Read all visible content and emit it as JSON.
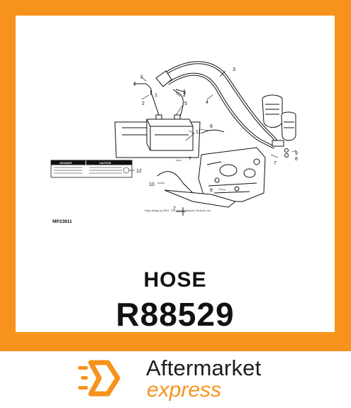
{
  "diagram": {
    "callouts": [
      "1",
      "2",
      "3",
      "4",
      "5",
      "6",
      "7",
      "8",
      "9",
      "10",
      "11",
      "12"
    ],
    "figure_ref": "MP23811",
    "label_advance": "ADVANCE",
    "label_caution": "CAUTION",
    "copyright_line": "Page design (c) 2004 - 2017 by ARI Network Services, Inc."
  },
  "part": {
    "name": "HOSE",
    "number": "R88529"
  },
  "brand": {
    "line1": "Aftermarket",
    "line2": "express",
    "accent_color": "#F7931D",
    "text_color": "#1d1d1b",
    "logo_icon": "hexagon-speed-icon"
  }
}
